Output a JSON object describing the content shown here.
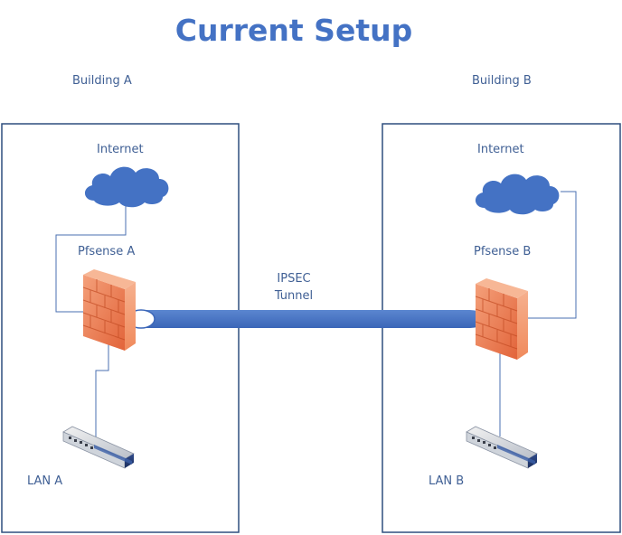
{
  "title": "Current Setup",
  "buildings": [
    {
      "label": "Building A",
      "internet_label": "Internet",
      "firewall_label": "Pfsense A",
      "lan_label": "LAN A"
    },
    {
      "label": "Building B",
      "internet_label": "Internet",
      "firewall_label": "Pfsense B",
      "lan_label": "LAN B"
    }
  ],
  "tunnel": {
    "line1": "IPSEC",
    "line2": "Tunnel"
  },
  "colors": {
    "title": "#4472c4",
    "label": "#3f5f94",
    "box_border": "#2f4f7f",
    "cloud": "#4472c4",
    "connector": "#4a6fb0",
    "tunnel": "#4472c4",
    "firewall": "#ec7748"
  },
  "icons": [
    "cloud-icon",
    "firewall-icon",
    "network-switch-icon"
  ]
}
